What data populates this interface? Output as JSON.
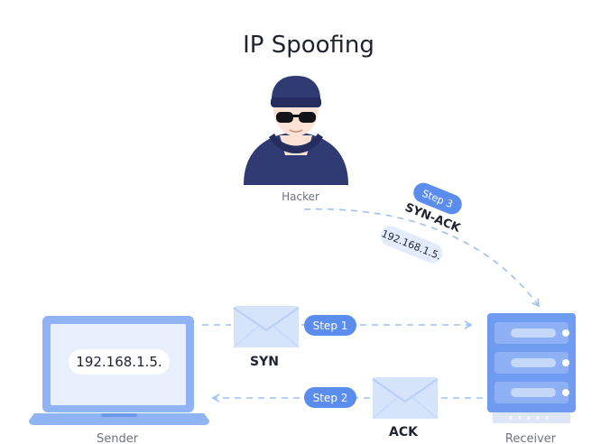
{
  "title": "IP Spoofing",
  "hacker": {
    "label": "Hacker"
  },
  "sender": {
    "label": "Sender",
    "screen_ip": "192.168.1.5."
  },
  "receiver": {
    "label": "Receiver"
  },
  "steps": [
    {
      "badge": "Step 1",
      "packet": "SYN"
    },
    {
      "badge": "Step 2",
      "packet": "ACK"
    },
    {
      "badge": "Step 3",
      "packet": "SYN-ACK",
      "ip": "192.168.1.5."
    }
  ],
  "colors": {
    "accent": "#5b8def",
    "light_blue": "#d6e4fb",
    "navy": "#2f3a6e",
    "hacker_hoodie": "#313b73",
    "skin": "#fbe2d4",
    "dashed": "#9fc0f2",
    "text_dark": "#1f2330",
    "text_gray": "#6b7280"
  }
}
